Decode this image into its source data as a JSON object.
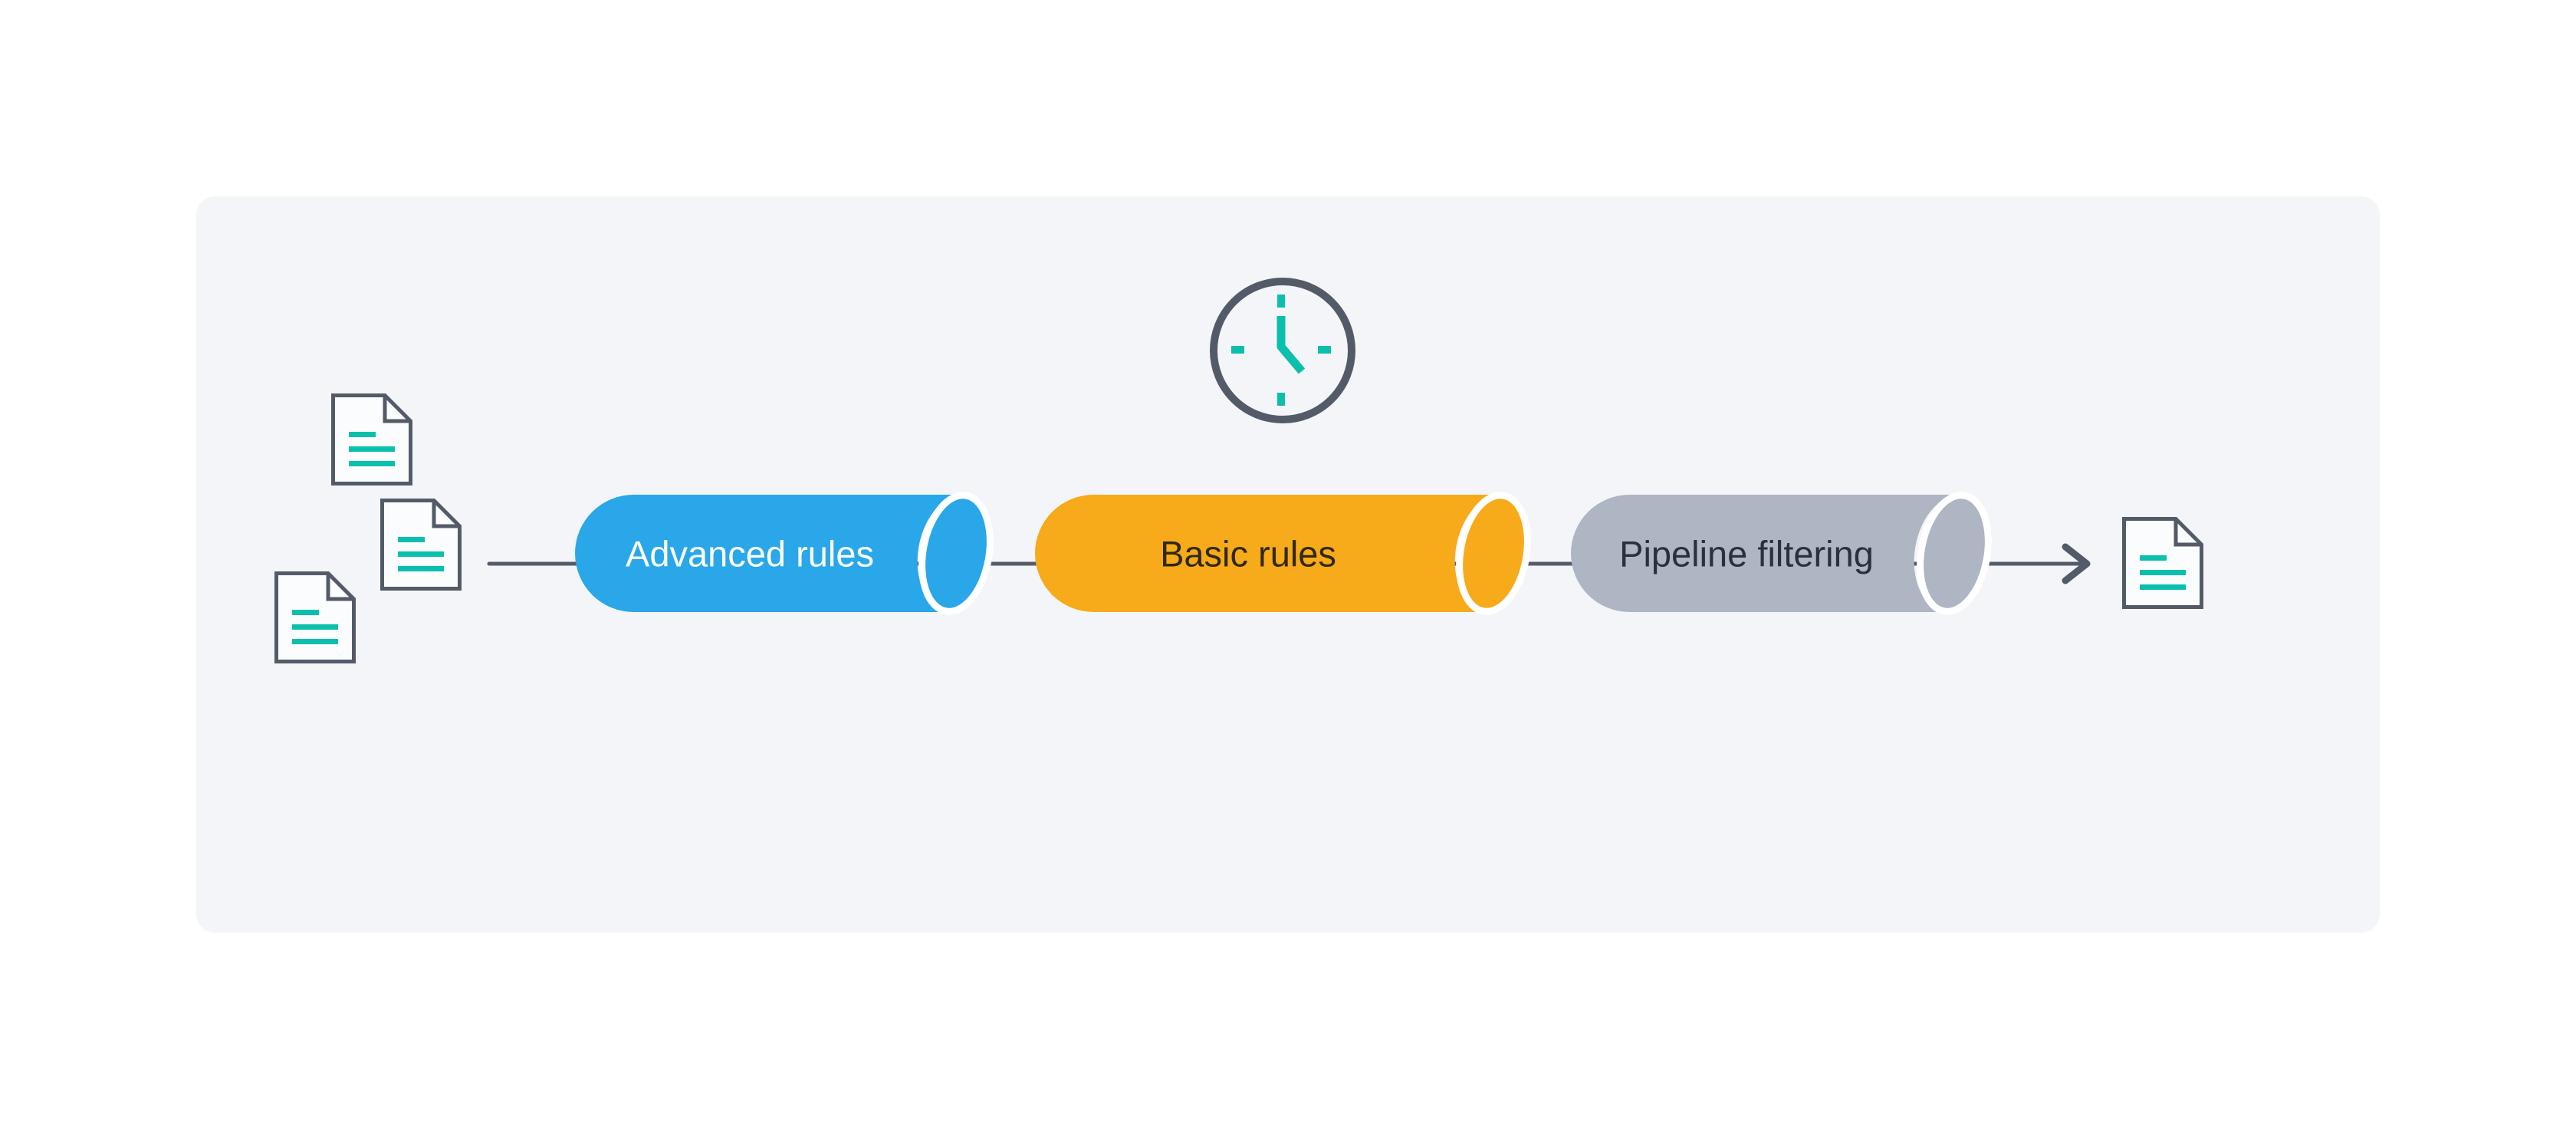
{
  "panel": {
    "background": "#F4F5F9"
  },
  "palette": {
    "slate": "#545B68",
    "teal": "#0BBFAD",
    "white_gap": "#FFFFFF",
    "doc_fill": "#FBFCFE",
    "page_background": "#FFFFFF"
  },
  "stages": [
    {
      "label": "Advanced rules",
      "fill": "#29A7E9",
      "text_color": "#FFFFFF"
    },
    {
      "label": "Basic rules",
      "fill": "#F7AA1A",
      "text_color": "#30290F"
    },
    {
      "label": "Pipeline filtering",
      "fill": "#AEB5C3",
      "text_color": "#2A303C"
    }
  ],
  "icons": {
    "input_documents": [
      "document-icon",
      "document-icon",
      "document-icon"
    ],
    "timer": "clock-icon",
    "output_document": "document-icon"
  }
}
